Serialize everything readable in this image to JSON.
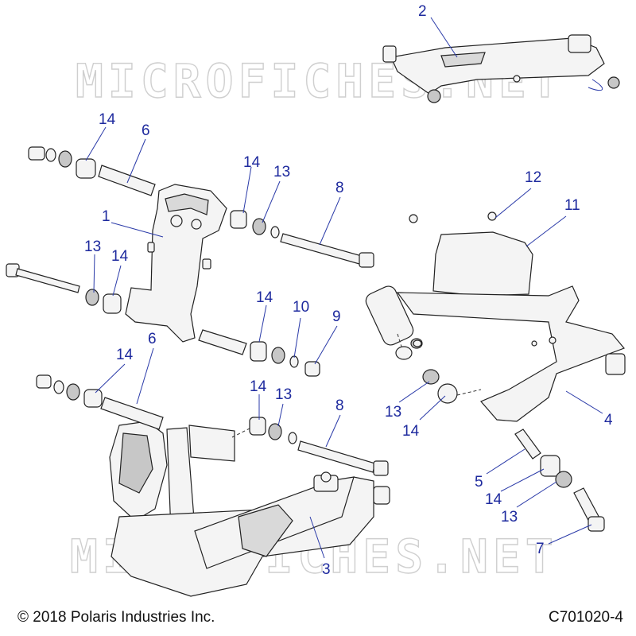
{
  "watermark": {
    "text": "MICROFICHES.NET"
  },
  "footer": {
    "copyright": "© 2018 Polaris Industries Inc.",
    "figure_id": "C701020-4"
  },
  "callouts": [
    {
      "id": "c2",
      "label": "2"
    },
    {
      "id": "c14a",
      "label": "14"
    },
    {
      "id": "c6a",
      "label": "6"
    },
    {
      "id": "c14b",
      "label": "14"
    },
    {
      "id": "c13a",
      "label": "13"
    },
    {
      "id": "c8a",
      "label": "8"
    },
    {
      "id": "c1",
      "label": "1"
    },
    {
      "id": "c12",
      "label": "12"
    },
    {
      "id": "c11",
      "label": "11"
    },
    {
      "id": "c13b",
      "label": "13"
    },
    {
      "id": "c14c",
      "label": "14"
    },
    {
      "id": "c14d",
      "label": "14"
    },
    {
      "id": "c10",
      "label": "10"
    },
    {
      "id": "c9",
      "label": "9"
    },
    {
      "id": "c14e",
      "label": "14"
    },
    {
      "id": "c6b",
      "label": "6"
    },
    {
      "id": "c14f",
      "label": "14"
    },
    {
      "id": "c13c",
      "label": "13"
    },
    {
      "id": "c8b",
      "label": "8"
    },
    {
      "id": "c13d",
      "label": "13"
    },
    {
      "id": "c14g",
      "label": "14"
    },
    {
      "id": "c4",
      "label": "4"
    },
    {
      "id": "c5",
      "label": "5"
    },
    {
      "id": "c14h",
      "label": "14"
    },
    {
      "id": "c13e",
      "label": "13"
    },
    {
      "id": "c7",
      "label": "7"
    },
    {
      "id": "c3",
      "label": "3"
    }
  ]
}
